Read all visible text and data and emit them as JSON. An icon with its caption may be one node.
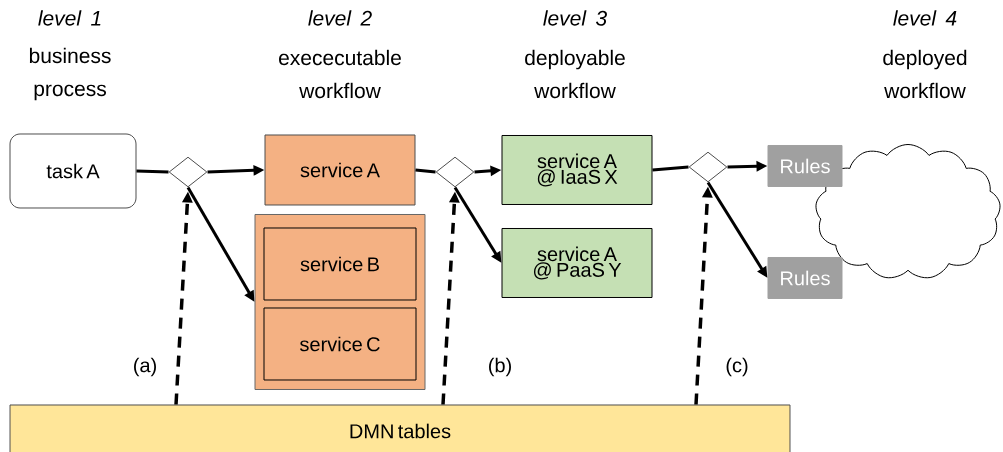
{
  "diagram": {
    "nodes": [
      {
        "text": [
          "task A"
        ]
      },
      {
        "text": [],
        "shape": "diamond"
      },
      {
        "text": [
          "service A"
        ]
      },
      {
        "text": [],
        "shape": "box"
      },
      {
        "text": [
          "service B"
        ],
        "in": 3
      },
      {
        "text": [
          "service C"
        ],
        "in": 3
      },
      {
        "text": [],
        "shape": "diamond"
      },
      {
        "text": [
          "service A @ IaaS X"
        ]
      },
      {
        "text": [
          "service A @ PaaS Y"
        ]
      },
      {
        "text": [],
        "shape": "diamond"
      },
      {
        "text": [],
        "shape": "cloud"
      },
      {
        "text": [
          "Rules"
        ]
      },
      {
        "text": [
          "Rules"
        ]
      },
      {
        "text": [
          "DMN tables"
        ]
      }
    ],
    "edges": [
      {
        "from": 0,
        "to": 1,
        "arrow": "none"
      },
      {
        "from": 1,
        "to": 2,
        "arrow": "to"
      },
      {
        "from": 1,
        "to": 3,
        "arrow": "to"
      },
      {
        "from": 2,
        "to": 6,
        "arrow": "none"
      },
      {
        "from": 6,
        "to": 7,
        "arrow": "to"
      },
      {
        "from": 6,
        "to": 8,
        "arrow": "to"
      },
      {
        "from": 7,
        "to": 9,
        "arrow": "none"
      },
      {
        "from": 9,
        "to": 11,
        "arrow": "to"
      },
      {
        "from": 9,
        "to": 12,
        "arrow": "to"
      },
      {
        "from": 13,
        "to": 1,
        "arrow": "to",
        "style": "dashed"
      },
      {
        "from": 13,
        "to": 6,
        "arrow": "to",
        "style": "dashed"
      },
      {
        "from": 13,
        "to": 9,
        "arrow": "to",
        "style": "dashed"
      }
    ],
    "labels": [
      "level 1",
      "business process",
      "level 2",
      "exececutable workflow",
      "level 3",
      "deployable workflow",
      "level 4",
      "deployed workflow",
      "(a)",
      "(b)",
      "(c)"
    ]
  }
}
